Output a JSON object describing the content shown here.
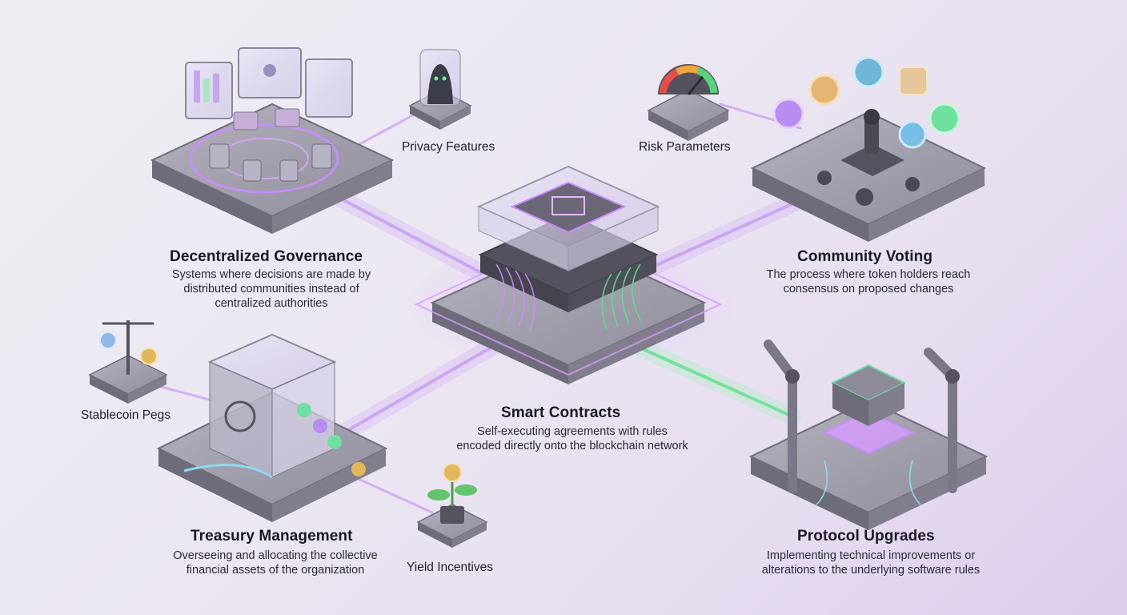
{
  "center": {
    "title": "Smart Contracts",
    "description": "Self-executing agreements with rules\nencoded directly onto the blockchain network"
  },
  "nodes": {
    "governance": {
      "title": "Decentralized Governance",
      "description": "Systems where decisions are made by\ndistributed communities instead of\ncentralized authorities"
    },
    "voting": {
      "title": "Community Voting",
      "description": "The process where token holders reach\nconsensus on proposed changes"
    },
    "treasury": {
      "title": "Treasury Management",
      "description": "Overseeing and allocating the collective\nfinancial assets of the organization"
    },
    "upgrades": {
      "title": "Protocol Upgrades",
      "description": "Implementing technical improvements or\nalterations to the underlying software rules"
    }
  },
  "satellites": {
    "privacy": "Privacy Features",
    "risk": "Risk Parameters",
    "stablecoin": "Stablecoin Pegs",
    "yield": "Yield Incentives"
  },
  "colors": {
    "accent_purple": "#b67cf2",
    "accent_green": "#5ee08a",
    "platform_top": "#9a98a6",
    "platform_side": "#6e6c7a",
    "connector": "#d2b2f4"
  }
}
